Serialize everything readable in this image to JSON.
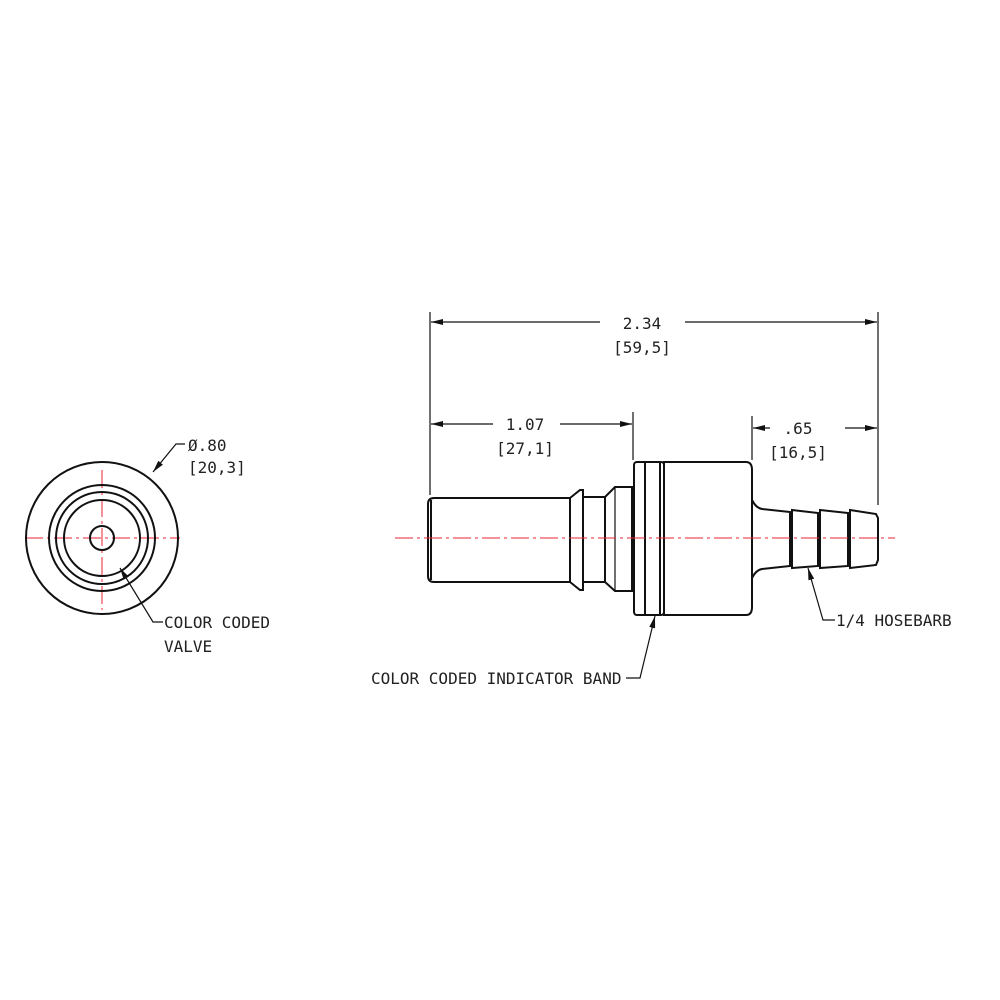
{
  "end_view": {
    "diameter_label": "Ø.80",
    "diameter_metric": "[20,3]",
    "valve_label_line1": "COLOR CODED",
    "valve_label_line2": "VALVE"
  },
  "side_view": {
    "overall_length": "2.34",
    "overall_length_metric": "[59,5]",
    "insert_length": "1.07",
    "insert_length_metric": "[27,1]",
    "barb_length": ".65",
    "barb_length_metric": "[16,5]",
    "barb_label": "1/4 HOSEBARB",
    "band_label": "COLOR CODED INDICATOR BAND"
  },
  "colors": {
    "centerline": "#e22233",
    "lines": "#111111"
  }
}
